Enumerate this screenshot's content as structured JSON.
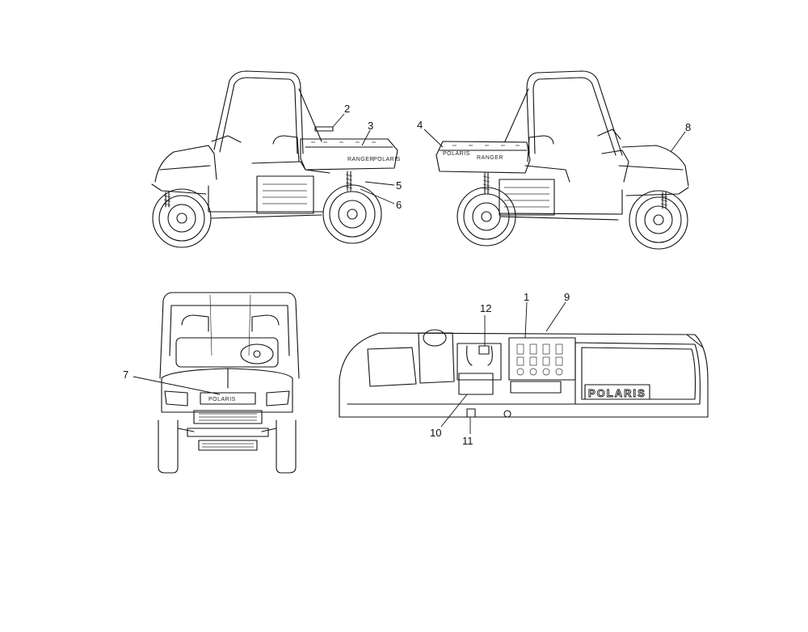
{
  "callouts": [
    "1",
    "2",
    "3",
    "4",
    "5",
    "6",
    "7",
    "8",
    "9",
    "10",
    "11",
    "12"
  ],
  "decals": {
    "ranger": "RANGER",
    "polaris": "POLARIS"
  }
}
